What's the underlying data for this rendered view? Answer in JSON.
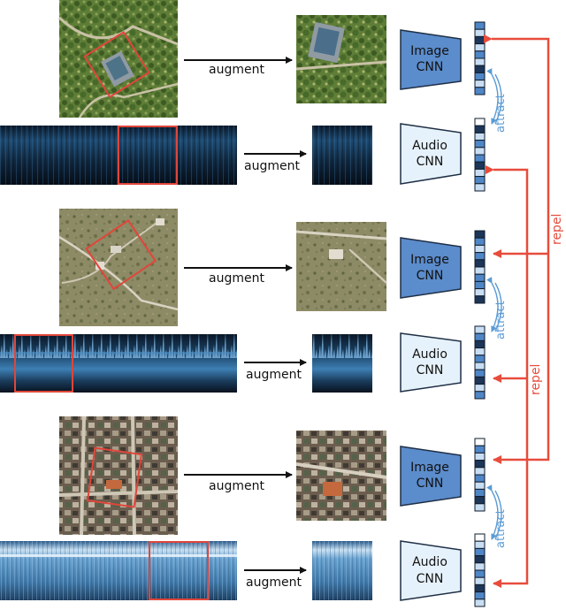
{
  "labels": {
    "augment": "augment",
    "image_cnn_line1": "Image",
    "image_cnn_line2": "CNN",
    "audio_cnn_line1": "Audio",
    "audio_cnn_line2": "CNN",
    "attract": "attract",
    "repel": "repel"
  },
  "colors": {
    "image_cnn_fill": "#5b8ccc",
    "audio_cnn_fill": "#e6f2fb",
    "repel": "#e74c3c",
    "attract": "#5b9bd5",
    "crop_box": "#e0463a",
    "arrow": "#111111"
  },
  "groups": [
    {
      "image_scene": "park",
      "audio_style": "dark-speckle"
    },
    {
      "image_scene": "rural",
      "audio_style": "bright-peaks"
    },
    {
      "image_scene": "urban",
      "audio_style": "bright-noise"
    }
  ]
}
